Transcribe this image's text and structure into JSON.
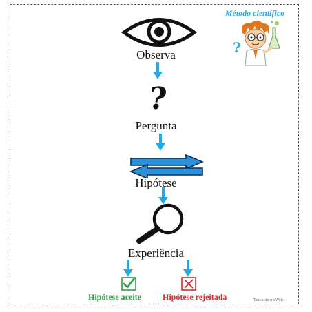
{
  "title": "Método científico",
  "steps": [
    {
      "label": "Observa",
      "icon": "eye-icon"
    },
    {
      "label": "Pergunta",
      "icon": "question-mark-icon",
      "glyph": "?"
    },
    {
      "label": "Hipótese",
      "icon": "swap-arrows-icon"
    },
    {
      "label": "Experiência",
      "icon": "magnifier-icon"
    }
  ],
  "outcomes": {
    "accepted": {
      "label": "Hipótese aceite",
      "icon": "checkmark-icon",
      "color": "#2e9e47"
    },
    "rejected": {
      "label": "Hipótese rejeitada",
      "icon": "x-mark-icon",
      "color": "#d92b2b"
    }
  },
  "credit": "Tabua de mãWeb",
  "colors": {
    "arrow": "#29a8e0",
    "title": "#29a8e0",
    "swap_fill": "#2d8fd5"
  }
}
